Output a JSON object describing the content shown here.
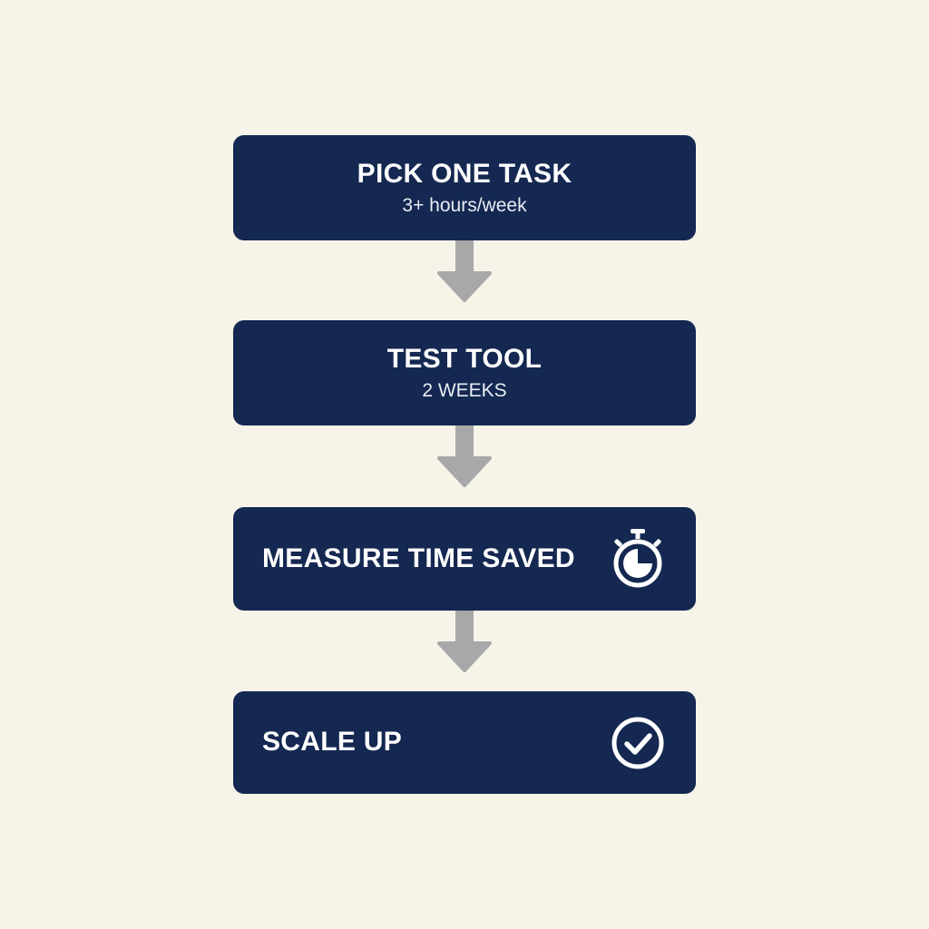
{
  "flow": {
    "steps": [
      {
        "title": "PICK ONE TASK",
        "subtitle": "3+ hours/week",
        "icon": null
      },
      {
        "title": "TEST TOOL",
        "subtitle": "2 WEEKS",
        "icon": null
      },
      {
        "title": "MEASURE TIME SAVED",
        "subtitle": "",
        "icon": "stopwatch-icon"
      },
      {
        "title": "SCALE UP",
        "subtitle": "",
        "icon": "check-circle-icon"
      }
    ],
    "arrow_icon": "down-arrow-icon"
  },
  "colors": {
    "background": "#f6f3e9",
    "box": "#142851",
    "text": "#ffffff",
    "arrow": "#a8a8a8"
  }
}
